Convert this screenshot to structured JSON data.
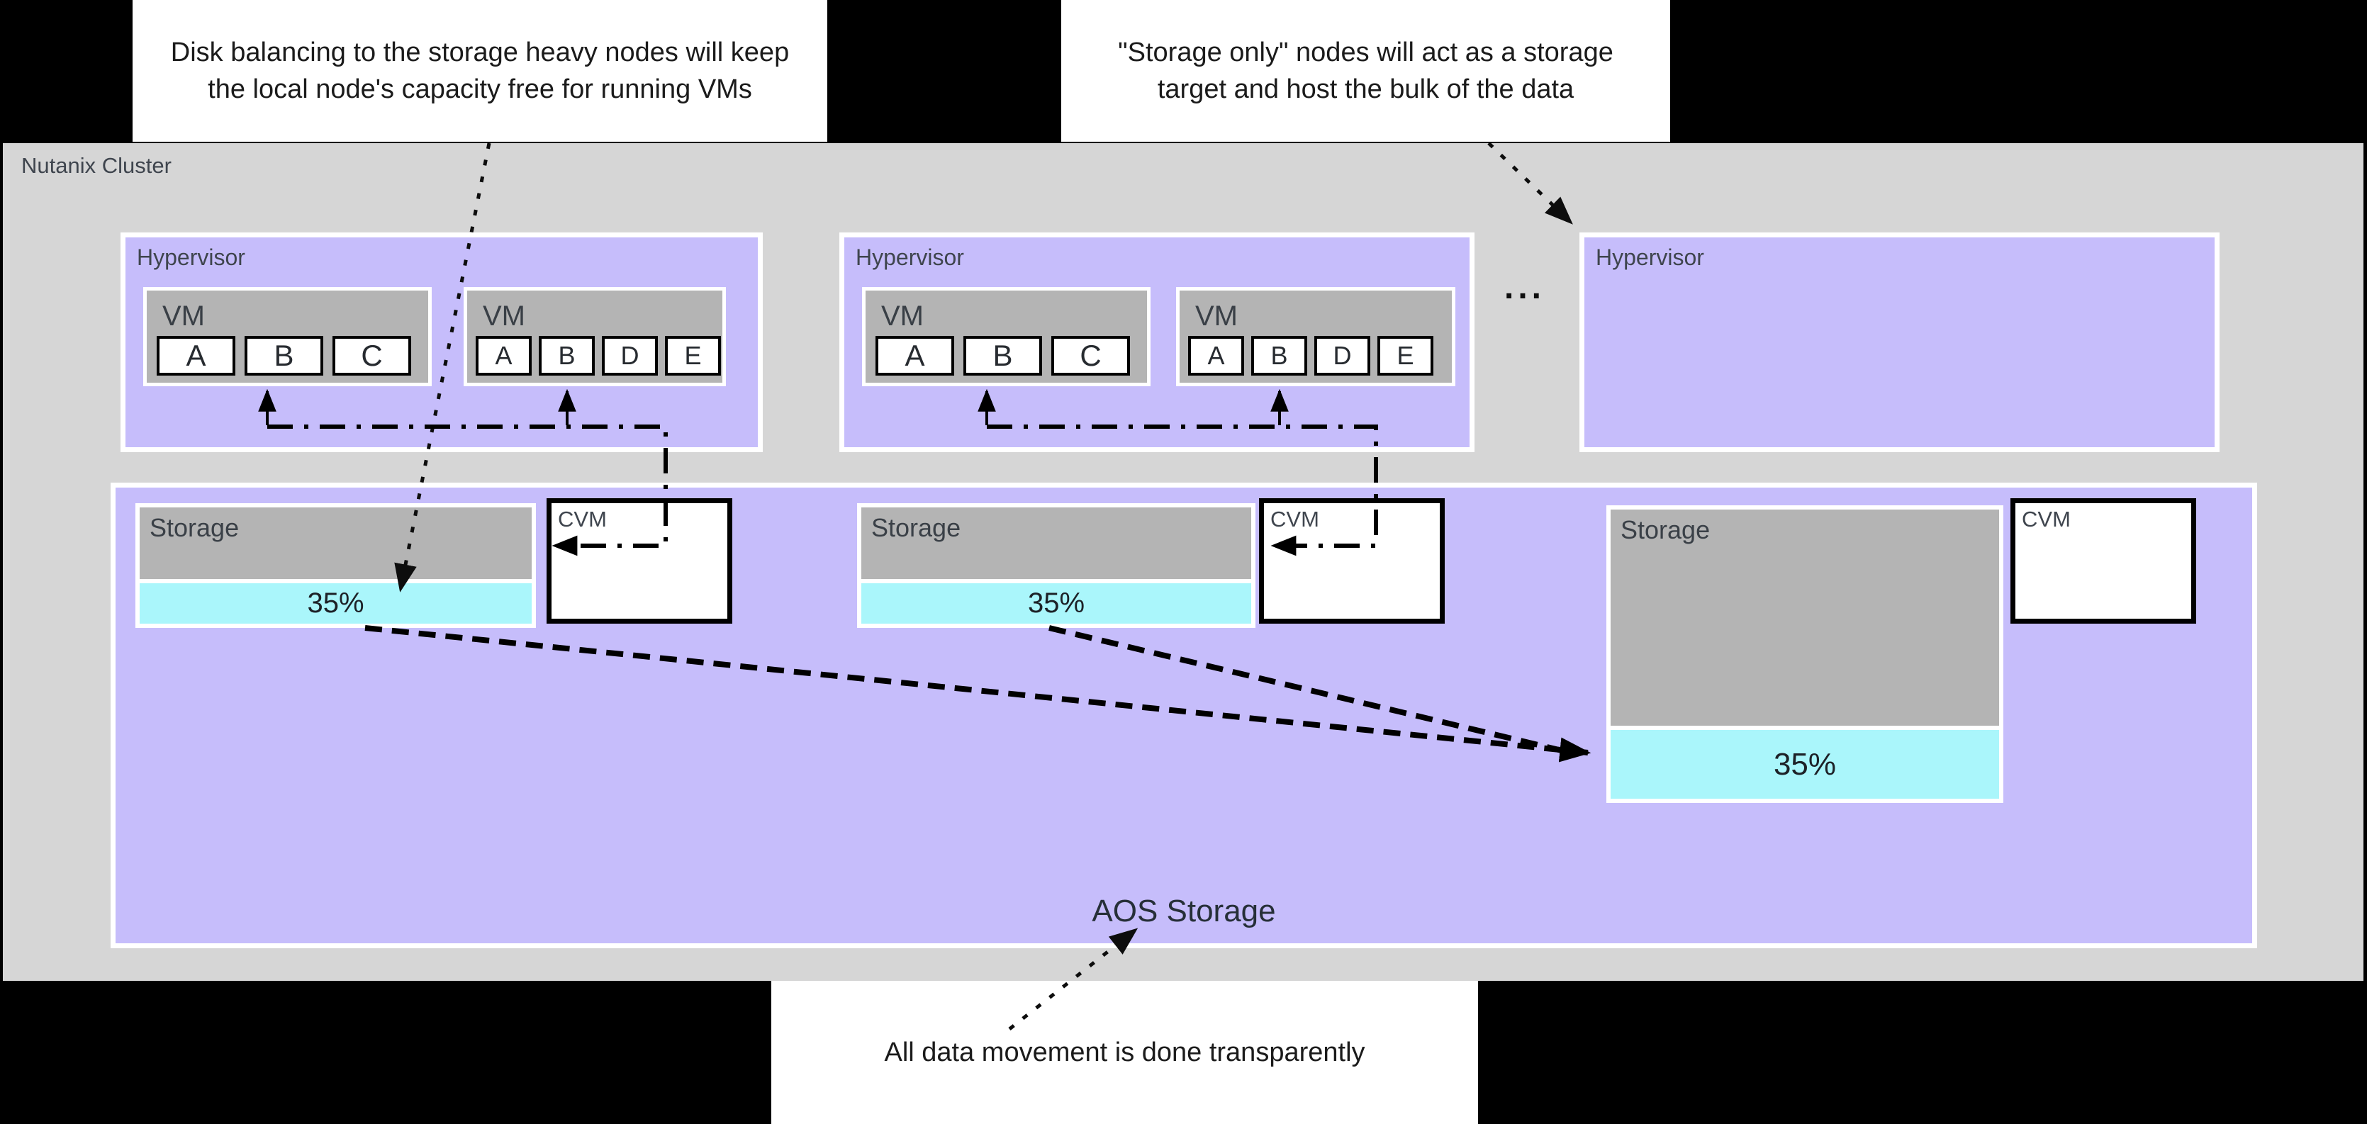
{
  "colors": {
    "bg": "#000000",
    "cluster-gray": "#d6d6d6",
    "node-purple": "#c6bdfb",
    "box-gray": "#b4b4b4",
    "usage-cyan": "#aaf6fb",
    "line-ink": "#0d0d0d",
    "label-ink": "#3f454e",
    "text-ink": "#1b1b1b"
  },
  "callouts": {
    "disk_balancing": "Disk balancing to the storage heavy nodes will keep the local node's capacity free for running VMs",
    "storage_only": "\"Storage only\" nodes will act as a storage target and host the bulk of the data",
    "data_movement": "All data movement is done transparently"
  },
  "cluster": {
    "label": "Nutanix Cluster",
    "ellipsis": "...",
    "hypervisors": [
      {
        "label": "Hypervisor",
        "vms": [
          {
            "label": "VM",
            "disks": [
              "A",
              "B",
              "C"
            ]
          },
          {
            "label": "VM",
            "disks": [
              "A",
              "B",
              "D",
              "E"
            ]
          }
        ]
      },
      {
        "label": "Hypervisor",
        "vms": [
          {
            "label": "VM",
            "disks": [
              "A",
              "B",
              "C"
            ]
          },
          {
            "label": "VM",
            "disks": [
              "A",
              "B",
              "D",
              "E"
            ]
          }
        ]
      },
      {
        "label": "Hypervisor",
        "vms": []
      }
    ],
    "aos": {
      "label": "AOS Storage",
      "nodes": [
        {
          "storage_label": "Storage",
          "usage": "35%",
          "cvm_label": "CVM"
        },
        {
          "storage_label": "Storage",
          "usage": "35%",
          "cvm_label": "CVM"
        },
        {
          "storage_label": "Storage",
          "usage": "35%",
          "cvm_label": "CVM"
        }
      ]
    }
  }
}
